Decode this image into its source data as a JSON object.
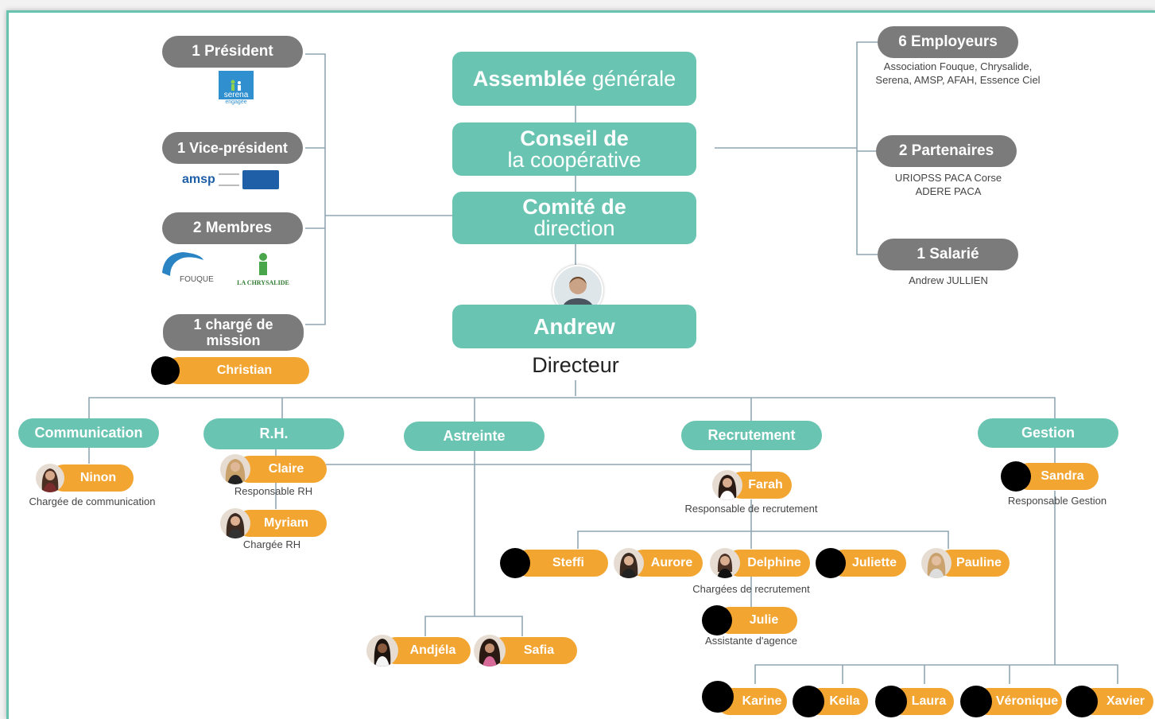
{
  "governance": {
    "assemblee": {
      "line1": "Assemblée",
      "line2": "générale"
    },
    "conseil": {
      "line1": "Conseil de",
      "line2": "la coopérative"
    },
    "comite": {
      "line1": "Comité de",
      "line2": "direction"
    },
    "director": {
      "name": "Andrew",
      "title": "Directeur"
    }
  },
  "left_panel": {
    "president": "1 Président",
    "vice_president": "1 Vice-président",
    "membres": "2 Membres",
    "charge_mission": "1 chargé de mission",
    "charge_mission_person": "Christian",
    "logos": {
      "serena": "serena",
      "serena_sub": "engagée",
      "amsp": "amsp",
      "fouque": "FOUQUE",
      "chrysalide": "LA CHRYSALIDE"
    }
  },
  "right_panel": {
    "employeurs": {
      "label": "6 Employeurs",
      "desc_line1": "Association Fouque, Chrysalide,",
      "desc_line2": "Serena, AMSP, AFAH, Essence Ciel"
    },
    "partenaires": {
      "label": "2 Partenaires",
      "desc_line1": "URIOPSS PACA Corse",
      "desc_line2": "ADERE PACA"
    },
    "salarie": {
      "label": "1 Salarié",
      "desc_line1": "Andrew JULLIEN"
    }
  },
  "departments": {
    "communication": {
      "label": "Communication",
      "person": "Ninon",
      "role": "Chargée de communication"
    },
    "rh": {
      "label": "R.H.",
      "person1": "Claire",
      "role1": "Responsable RH",
      "person2": "Myriam",
      "role2": "Chargée RH"
    },
    "astreinte": {
      "label": "Astreinte",
      "person1": "Andjéla",
      "person2": "Safia"
    },
    "recrutement": {
      "label": "Recrutement",
      "head": "Farah",
      "head_role": "Responsable de recrutement",
      "team": [
        "Steffi",
        "Aurore",
        "Delphine",
        "Juliette",
        "Pauline"
      ],
      "team_role": "Chargées de recrutement",
      "assistant": "Julie",
      "assistant_role": "Assistante d'agence"
    },
    "gestion": {
      "label": "Gestion",
      "head": "Sandra",
      "head_role": "Responsable Gestion",
      "team": [
        "Karine",
        "Keila",
        "Laura",
        "Véronique",
        "Xavier"
      ]
    }
  },
  "colors": {
    "teal": "#6ac4b2",
    "gray": "#7b7b7b",
    "orange": "#f3a532",
    "line": "#8fa6b3"
  }
}
